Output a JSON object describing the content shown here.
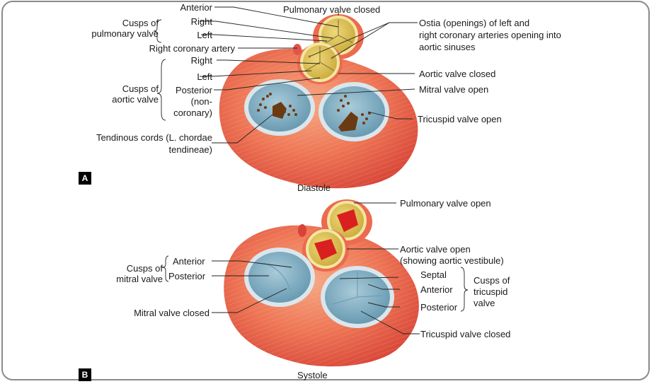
{
  "panel_a": {
    "badge": "A",
    "caption": "Diastole",
    "labels_left": {
      "anterior": "Anterior",
      "pulm_cusps_group_1": "Cusps of",
      "pulm_cusps_group_2": "pulmonary valve",
      "right": "Right",
      "left": "Left",
      "right_coronary_artery": "Right coronary artery",
      "aortic_right": "Right",
      "aortic_left": "Left",
      "aortic_cusps_group_1": "Cusps of",
      "aortic_cusps_group_2": "aortic valve",
      "posterior_1": "Posterior",
      "posterior_2": "(non-",
      "posterior_3": "coronary)",
      "tendinous_1": "Tendinous cords (L. chordae",
      "tendinous_2": "tendineae)"
    },
    "labels_right": {
      "pulmonary_valve_closed": "Pulmonary valve closed",
      "ostia_1": "Ostia (openings) of left and",
      "ostia_2": "right coronary arteries opening into",
      "ostia_3": "aortic sinuses",
      "aortic_valve_closed": "Aortic valve closed",
      "mitral_valve_open": "Mitral valve open",
      "tricuspid_valve_open": "Tricuspid valve open"
    }
  },
  "panel_b": {
    "badge": "B",
    "caption": "Systole",
    "labels_left": {
      "mitral_cusps_group_1": "Cusps of",
      "mitral_cusps_group_2": "mitral valve",
      "anterior": "Anterior",
      "posterior": "Posterior",
      "mitral_valve_closed": "Mitral valve closed"
    },
    "labels_right": {
      "pulmonary_valve_open": "Pulmonary valve open",
      "aortic_valve_open_1": "Aortic valve open",
      "aortic_valve_open_2": "(showing aortic vestibule)",
      "septal": "Septal",
      "anterior": "Anterior",
      "posterior": "Posterior",
      "tricuspid_cusps_group_1": "Cusps of",
      "tricuspid_cusps_group_2": "tricuspid",
      "tricuspid_cusps_group_3": "valve",
      "tricuspid_valve_closed": "Tricuspid valve closed"
    }
  },
  "colors": {
    "muscle": "#ec6a4f",
    "muscle_light": "#f4a07a",
    "valve_gold": "#e2c85a",
    "valve_ring": "#f3e6a0",
    "av_valve_blue": "#8fb6c8",
    "av_ring": "#dbe6ec",
    "chordae": "#6b3a12",
    "open_lumen": "#d9201f"
  }
}
